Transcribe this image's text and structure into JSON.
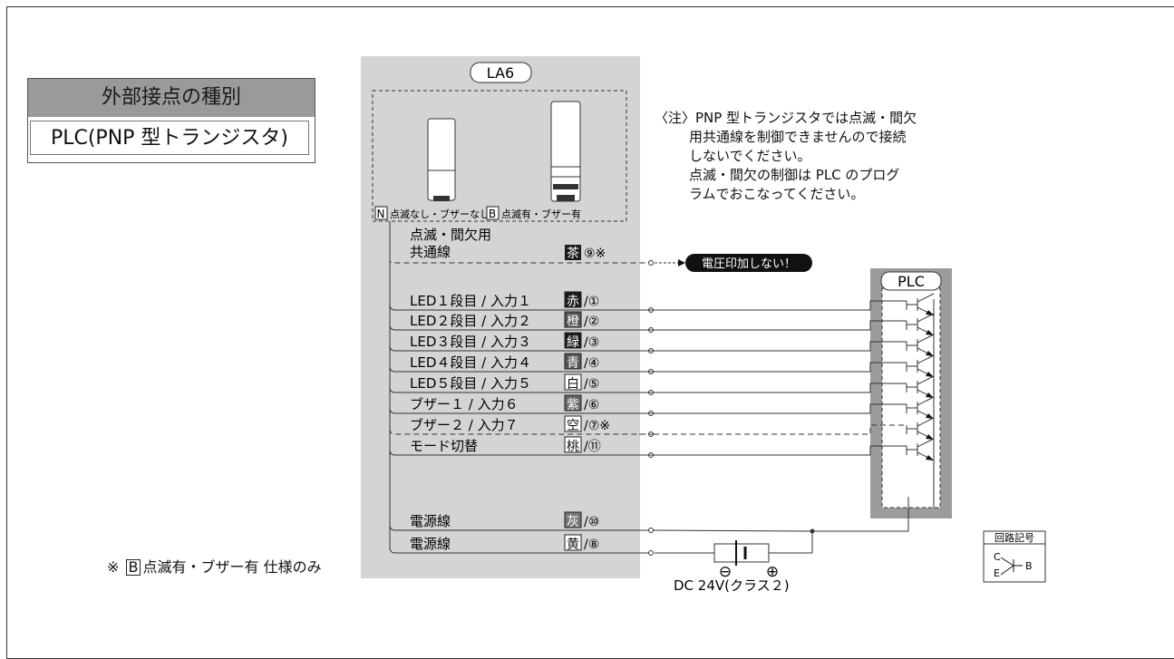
{
  "contact_type": {
    "heading": "外部接点の種別",
    "value": "PLC(PNP 型トランジスタ)"
  },
  "device": {
    "name": "LA6",
    "variant_n": {
      "letter": "N",
      "text": "点滅なし・ブザーなし"
    },
    "variant_b": {
      "letter": "B",
      "text": "点滅有・ブザー有"
    }
  },
  "note": {
    "marker": "〈注〉",
    "lines": [
      "PNP 型トランジスタでは点滅・間欠",
      "用共通線を制御できませんので接続",
      "しないでください。",
      "点滅・間欠の制御は PLC のプログ",
      "ラムでおこなってください。"
    ]
  },
  "common_wire": {
    "label1": "点滅・間欠用",
    "label2": "共通線",
    "color": "茶",
    "num": "⑨※",
    "warning": "電圧印加しない！"
  },
  "wires": [
    {
      "label": "LED１段目 / 入力１",
      "color": "赤",
      "num": "①",
      "swatch": "#1a1a1a",
      "text_color": "#fff"
    },
    {
      "label": "LED２段目 / 入力２",
      "color": "橙",
      "num": "②",
      "swatch": "#555555",
      "text_color": "#fff"
    },
    {
      "label": "LED３段目 / 入力３",
      "color": "緑",
      "num": "③",
      "swatch": "#1a1a1a",
      "text_color": "#fff"
    },
    {
      "label": "LED４段目 / 入力４",
      "color": "青",
      "num": "④",
      "swatch": "#555555",
      "text_color": "#fff"
    },
    {
      "label": "LED５段目 / 入力５",
      "color": "白",
      "num": "⑤",
      "swatch": "#ffffff",
      "text_color": "#111"
    },
    {
      "label": "ブザー１ / 入力６",
      "color": "紫",
      "num": "⑥",
      "swatch": "#666666",
      "text_color": "#fff"
    },
    {
      "label": "ブザー２ / 入力７",
      "color": "空",
      "num": "⑦※",
      "swatch": "#ffffff",
      "text_color": "#111"
    },
    {
      "label": "モード切替",
      "color": "桃",
      "num": "⑪",
      "swatch": "#ffffff",
      "text_color": "#111"
    }
  ],
  "power_wires": [
    {
      "label": "電源線",
      "color": "灰",
      "num": "⑩",
      "swatch": "#777777",
      "text_color": "#fff"
    },
    {
      "label": "電源線",
      "color": "黄",
      "num": "⑧",
      "swatch": "#ffffff",
      "text_color": "#111"
    }
  ],
  "plc": {
    "name": "PLC"
  },
  "power_supply": {
    "minus": "⊖",
    "plus": "⊕",
    "label": "DC 24V(クラス２)"
  },
  "circuit_symbol": {
    "title": "回路記号",
    "c": "C",
    "e": "E",
    "b": "B"
  },
  "footnote": {
    "prefix": "※",
    "letter": "B",
    "text": "点滅有・ブザー有 仕様のみ"
  }
}
